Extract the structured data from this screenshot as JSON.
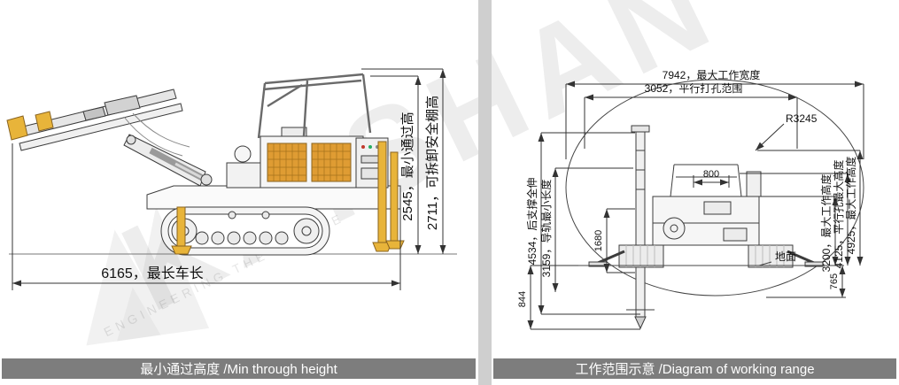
{
  "watermark": {
    "brand": "KAISHAN",
    "tagline": "ENGINEERING THE FUTURE"
  },
  "colors": {
    "caption_bg": "#7d7d7d",
    "divider_gray": "#cfcfcf",
    "mesh_orange": "#df9c33",
    "jack_yellow": "#e8b43a",
    "line": "#333333"
  },
  "left_panel": {
    "caption": "最小通过高度 /Min through height",
    "dims": {
      "vehicle_length": "6165，最长车长",
      "min_through_height": "2545，最小通过高",
      "canopy_height": "2711，可拆卸安全棚高"
    }
  },
  "right_panel": {
    "caption": "工作范围示意 /Diagram of working range",
    "dims": {
      "max_work_width": "7942，最大工作宽度",
      "parallel_drill_range": "3052，平行打孔范围",
      "arc_radius": "R3245",
      "offset_800": "800",
      "height_1680": "1680",
      "rear_support_full": "4534，后支撑全伸",
      "rail_min_length": "3159，导轨最小长度",
      "depth_844": "844",
      "height_3200": "3200，最大工作高度",
      "parallel_hole_max": "4125，平行孔最大高度",
      "max_work_height": "4925，最大工作高度",
      "depth_765": "765",
      "ground_label": "地面"
    }
  }
}
